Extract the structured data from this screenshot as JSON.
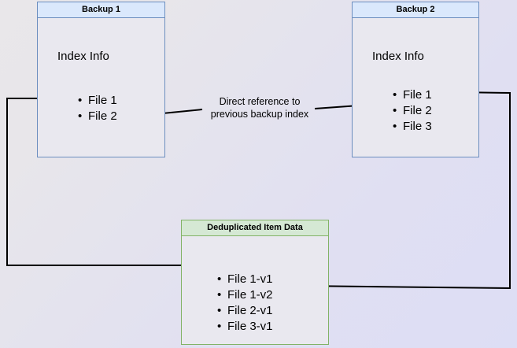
{
  "diagram": {
    "title_semantic": "backup-deduplication-reference-diagram",
    "background": {
      "gradient_start": "#e9e7ea",
      "gradient_end": "#dddef5"
    },
    "nodes": [
      {
        "id": "backup1",
        "header": "Backup 1",
        "subtitle": "Index Info",
        "items": [
          "File 1",
          "File 2"
        ],
        "border_color": "#6c8ebf",
        "header_color": "#dae8fc",
        "body_color": "#e9e8ef"
      },
      {
        "id": "backup2",
        "header": "Backup 2",
        "subtitle": "Index Info",
        "items": [
          "File 1",
          "File 2",
          "File 3"
        ],
        "border_color": "#6c8ebf",
        "header_color": "#dae8fc",
        "body_color": "#e9e8ef"
      },
      {
        "id": "dedup",
        "header": "Deduplicated Item Data",
        "subtitle": "",
        "items": [
          "File 1-v1",
          "File 1-v2",
          "File 2-v1",
          "File 3-v1"
        ],
        "border_color": "#82b366",
        "header_color": "#d5e8d4",
        "body_color": "#e9e8ef"
      }
    ],
    "edge_labels": [
      {
        "id": "direct-reference",
        "text": "Direct reference to\nprevious backup index"
      }
    ],
    "edges": [
      {
        "id": "backup2-index-to-backup1-index",
        "from": "backup2.items.File 2",
        "to": "backup1.items.File 2",
        "arrowhead": "end",
        "color": "#000000"
      },
      {
        "id": "backup1-file1-to-dedup-file1v1",
        "from": "backup1.items.File 1",
        "to": "dedup.items.File 1-v1",
        "arrowhead": "end",
        "color": "#000000"
      },
      {
        "id": "backup2-file1-to-dedup-file1v2",
        "from": "backup2.items.File 1",
        "to": "dedup.items.File 1-v2",
        "arrowhead": "end",
        "color": "#000000"
      }
    ]
  }
}
